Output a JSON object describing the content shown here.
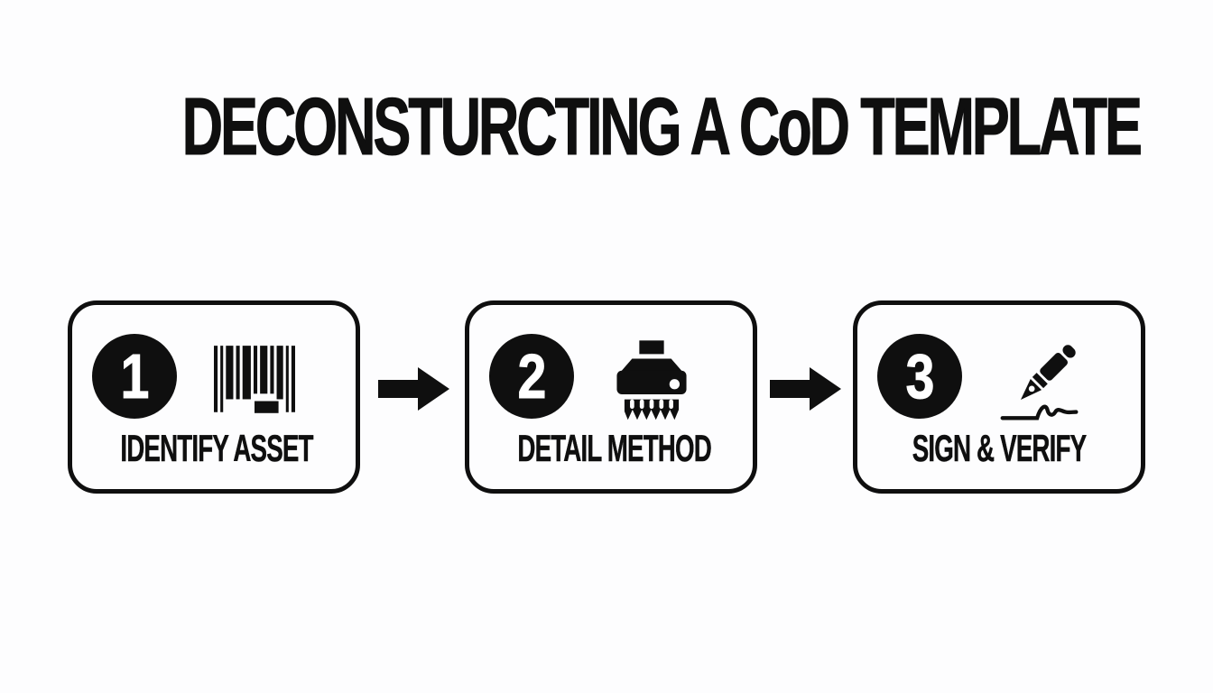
{
  "title": "DECONSTURCTING A CoD TEMPLATE",
  "colors": {
    "ink": "#0f0f0f",
    "background": "#fdfdfe",
    "badge_fill": "#0f0f0f",
    "badge_number_color": "#ffffff"
  },
  "icons": {
    "step1": "barcode-icon",
    "step2": "shredder-icon",
    "step3": "pen-signature-icon",
    "connector": "arrow-right-icon"
  },
  "steps": [
    {
      "number": "1",
      "label": "IDENTIFY ASSET"
    },
    {
      "number": "2",
      "label": "DETAIL METHOD"
    },
    {
      "number": "3",
      "label": "SIGN & VERIFY"
    }
  ]
}
